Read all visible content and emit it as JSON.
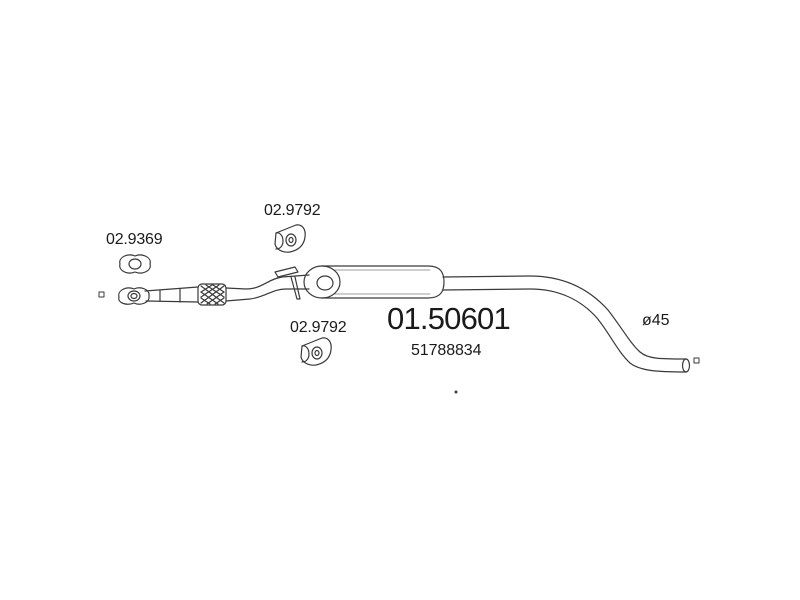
{
  "parts": {
    "gasket_code": "02.9369",
    "mount_top_code": "02.9792",
    "mount_bottom_code": "02.9792",
    "main_part_number": "01.50601",
    "oem_number": "51788834",
    "pipe_diameter": "ø45"
  },
  "colors": {
    "line": "#3a3a3a",
    "text": "#1a1a1a",
    "background": "#ffffff"
  }
}
